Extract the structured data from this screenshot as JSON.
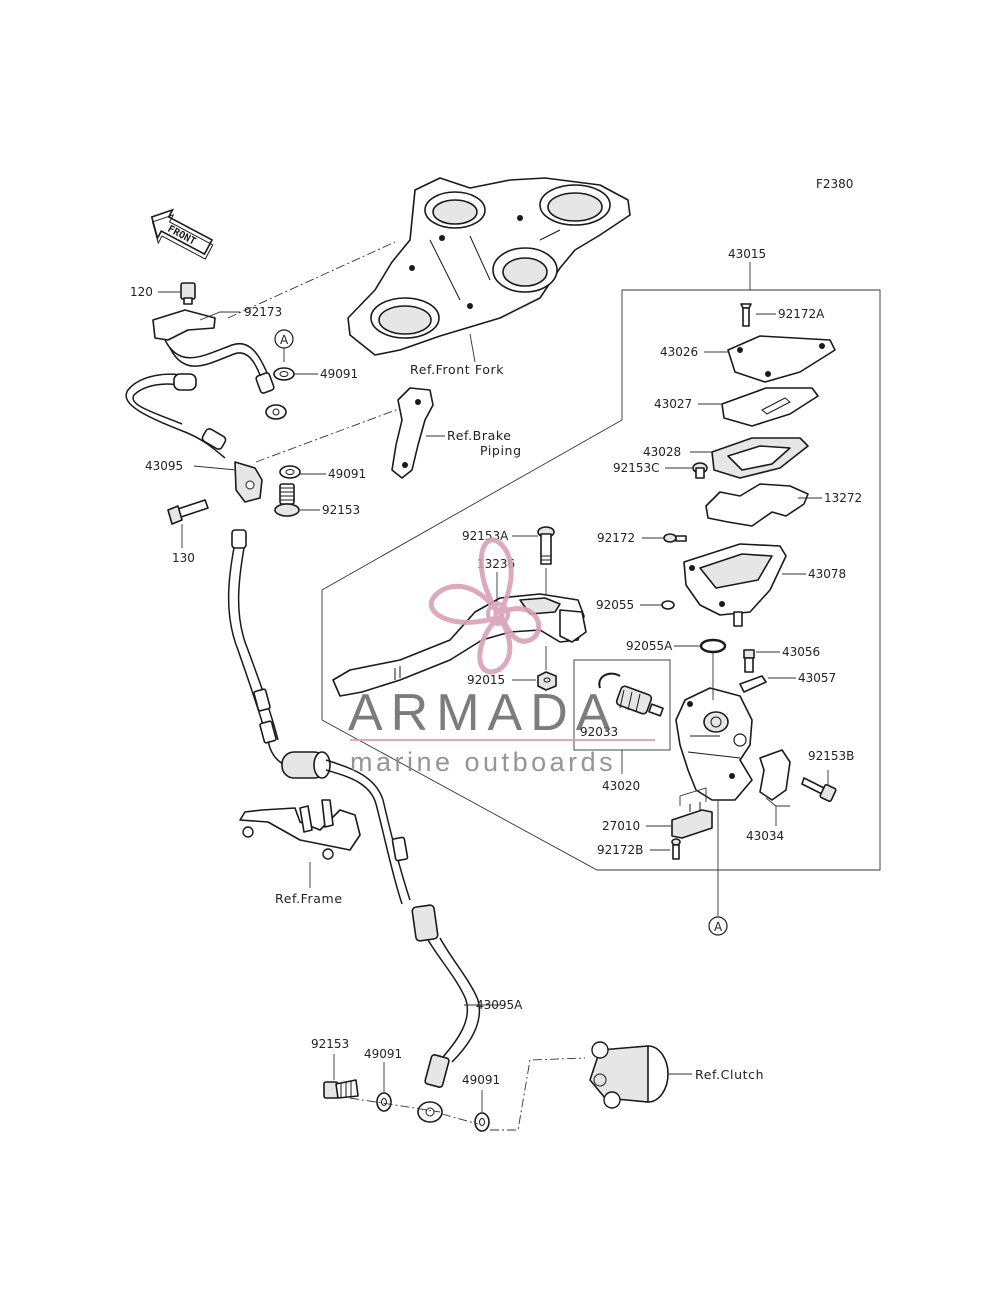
{
  "figure_code": "F2380",
  "front_arrow_label": "FRONT",
  "circle_marker": "A",
  "refs": {
    "front_fork": "Ref.Front Fork",
    "brake_piping_1": "Ref.Brake",
    "brake_piping_2": "Piping",
    "frame": "Ref.Frame",
    "clutch": "Ref.Clutch"
  },
  "watermark": {
    "title": "ARMADA",
    "subtitle": "marine outboards",
    "accent_color": "#d9a0b6"
  },
  "parts": {
    "p43015": "43015",
    "p92172A": "92172A",
    "p43026": "43026",
    "p43027": "43027",
    "p43028": "43028",
    "p92153C": "92153C",
    "p13272": "13272",
    "p92172": "92172",
    "p43078": "43078",
    "p92055": "92055",
    "p92055A": "92055A",
    "p43056": "43056",
    "p43057": "43057",
    "p92153A": "92153A",
    "p13236": "13236",
    "p92015": "92015",
    "p92033": "92033",
    "p43020": "43020",
    "p92153B": "92153B",
    "p27010": "27010",
    "p43034": "43034",
    "p92172B": "92172B",
    "p120": "120",
    "p92173": "92173",
    "p49091_top": "49091",
    "p49091_mid": "49091",
    "p43095": "43095",
    "p92153_top": "92153",
    "p130": "130",
    "p43095A": "43095A",
    "p92153_bot": "92153",
    "p49091_bot1": "49091",
    "p49091_bot2": "49091"
  }
}
